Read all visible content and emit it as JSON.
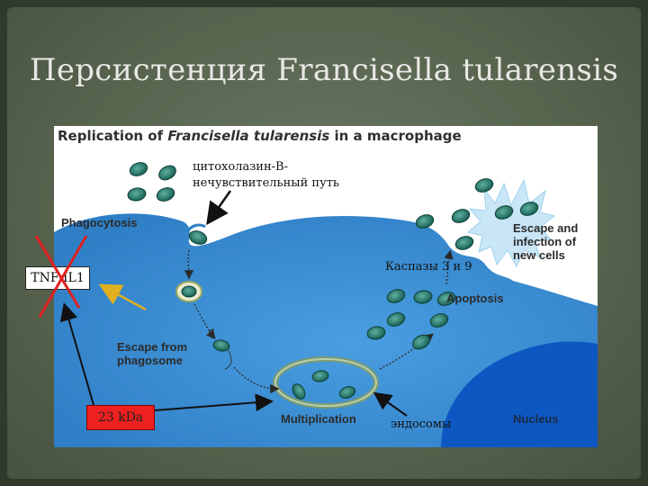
{
  "slide": {
    "title": "Персистенция Francisella tularensis"
  },
  "figure": {
    "title_part1": "Replication of ",
    "title_italic": "Francisella tularensis",
    "title_part2": " in a macrophage",
    "labels": {
      "phagocytosis": "Phagocytosis",
      "escape_line1": "Escape from",
      "escape_line2": "phagosome",
      "multiplication": "Multiplication",
      "apoptosis": "Apoptosis",
      "escape_infection_line1": "Escape and",
      "escape_infection_line2": "infection of",
      "escape_infection_line3": "new cells",
      "nucleus": "Nucleus"
    }
  },
  "annotations": {
    "cytochalasin_line1": "цитохолазин-В-",
    "cytochalasin_line2": "нечувствительный путь",
    "caspases": "Каспазы 3 и 9",
    "endosomes": "эндосомы",
    "tnf_il1": "TNF IL1",
    "kda": "23 kDa"
  },
  "colors": {
    "bacterium": "#1f6f63",
    "cell_fill": "#3f8fd4",
    "nucleus": "#0d57c2",
    "endosome_ring": "#7a9a74",
    "cross": "#e02020",
    "yellow_arrow": "#e0b020"
  }
}
